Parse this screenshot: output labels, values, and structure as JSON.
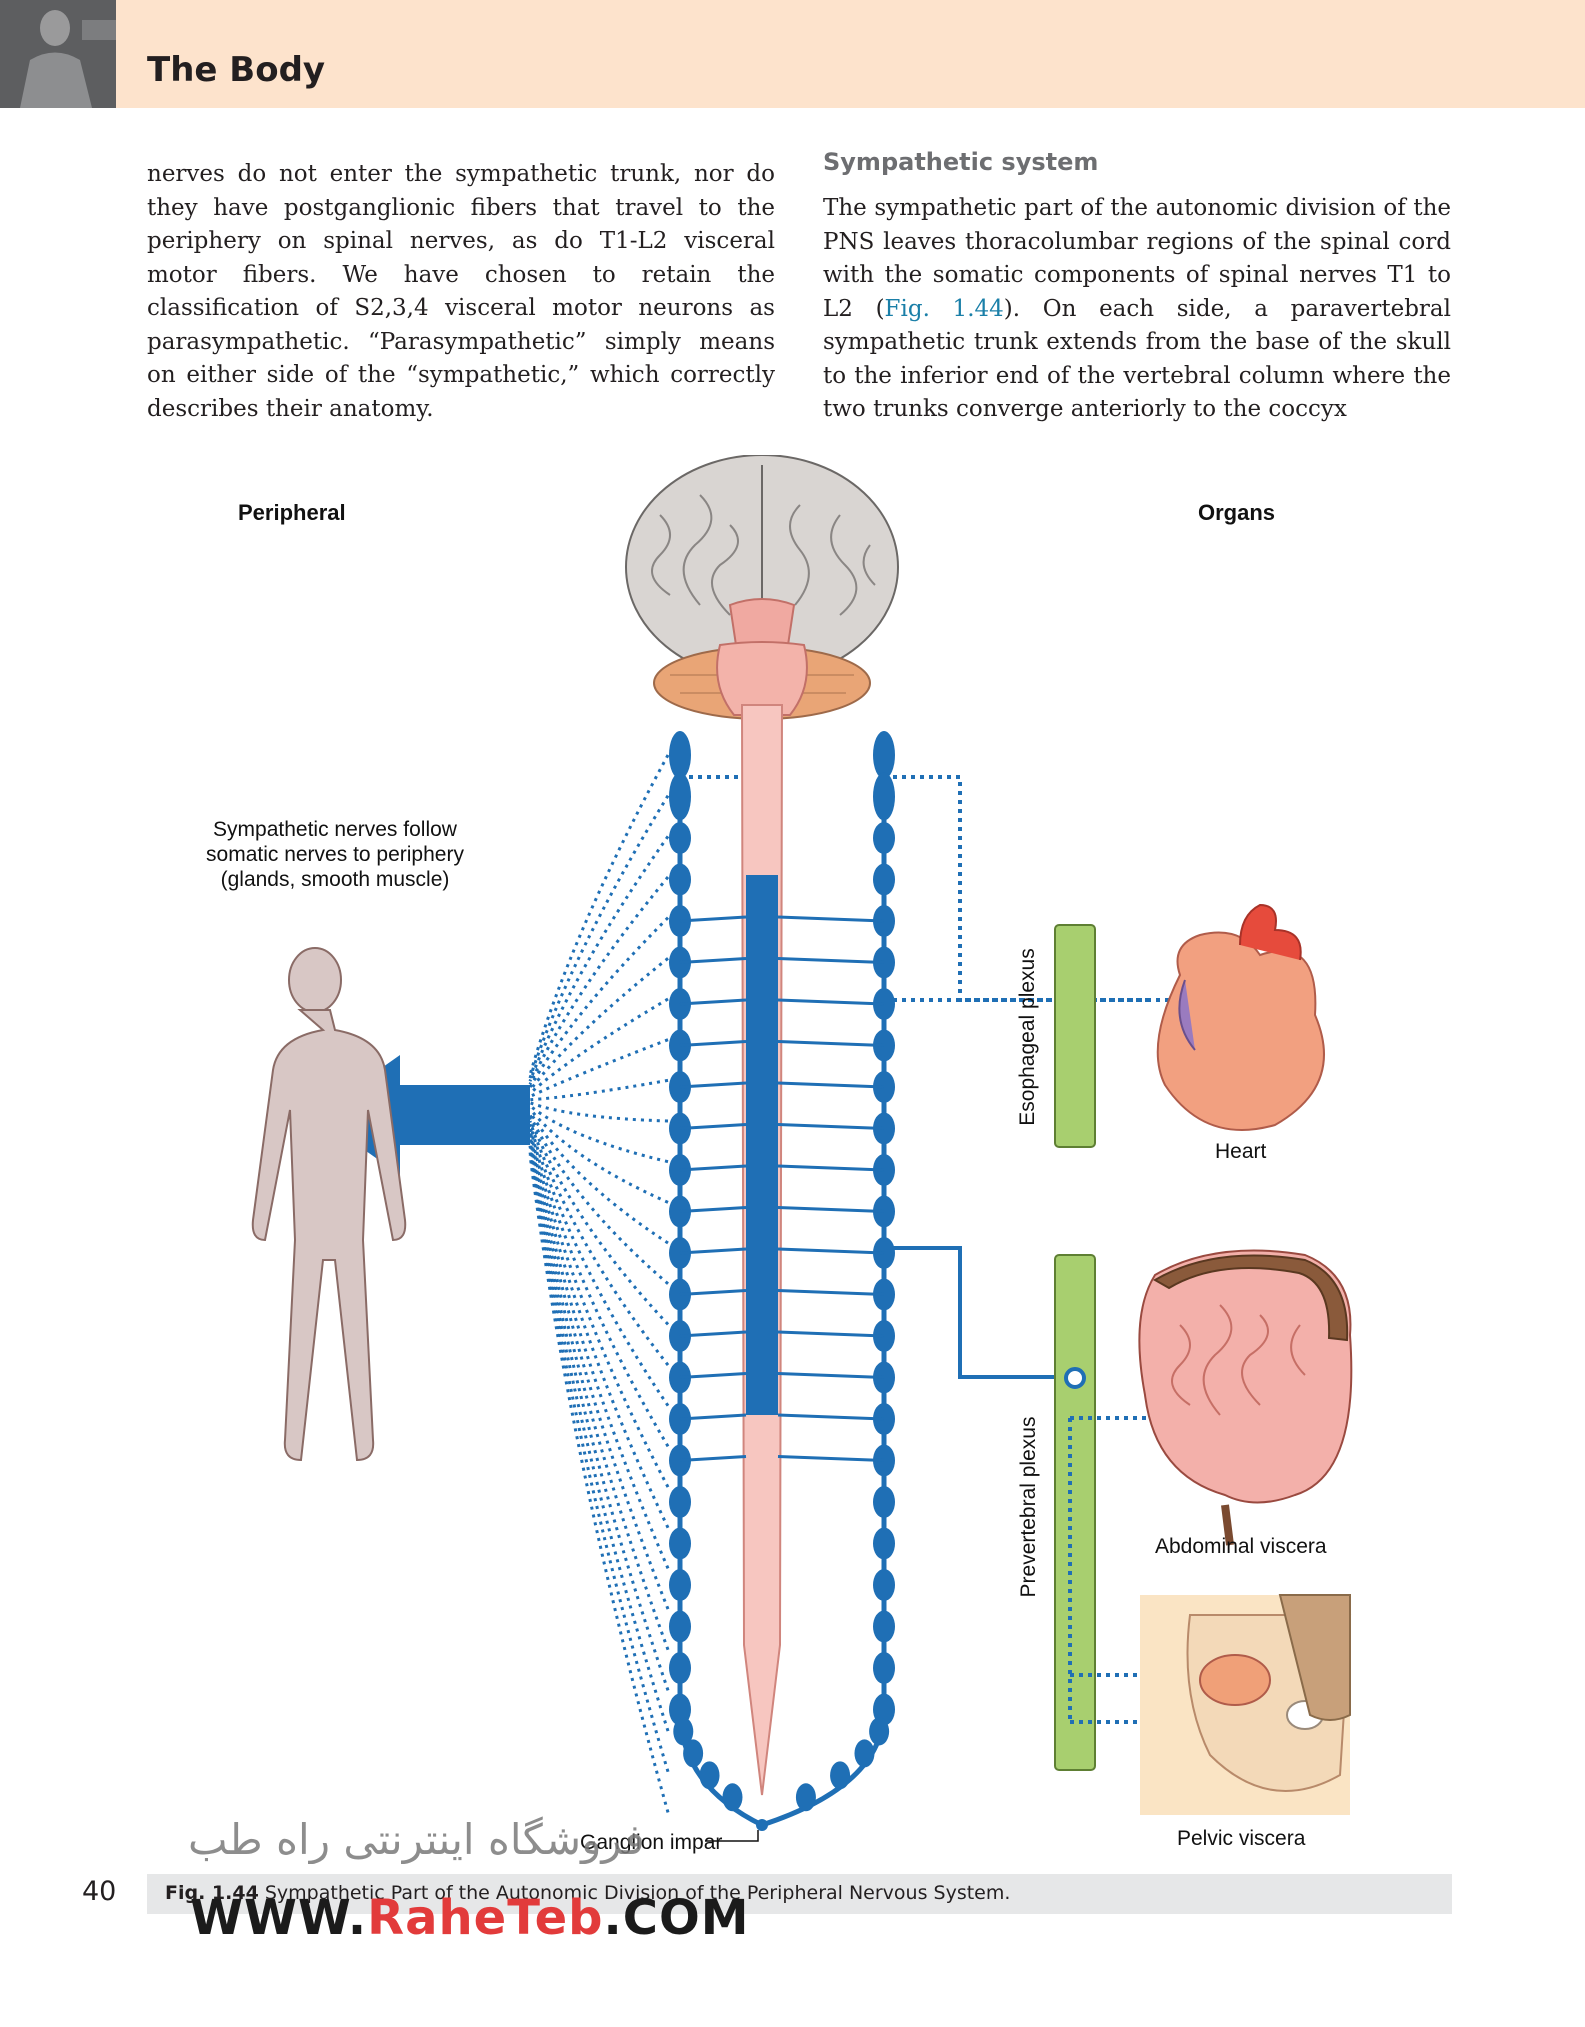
{
  "header": {
    "title": "The Body"
  },
  "left_column": {
    "text": "nerves do not enter the sympathetic trunk, nor do they have postganglionic fibers that travel to the periphery on spinal nerves, as do T1-L2 visceral motor fibers. We have chosen to retain the classification of S2,3,4 visceral motor neurons as parasympathetic. “Parasympathetic” simply means on either side of the “sympathetic,” which correctly describes their anatomy."
  },
  "right_column": {
    "heading": "Sympathetic system",
    "text_before_ref": "The sympathetic part of the autonomic division of the PNS leaves thoracolumbar regions of the spinal cord with the somatic components of spinal nerves T1 to L2 (",
    "ref": "Fig. 1.44",
    "text_after_ref": "). On each side, a paravertebral sympathetic trunk extends from the base of the skull to the inferior end of the vertebral column where the two trunks converge anteriorly to the coccyx"
  },
  "figure": {
    "label_peripheral": "Peripheral",
    "label_organs": "Organs",
    "label_sympathetic_nerves": "Sympathetic nerves follow somatic nerves to periphery (glands, smooth muscle)",
    "label_esophageal_plexus": "Esophageal plexus",
    "label_prevertebral_plexus": "Prevertebral plexus",
    "label_heart": "Heart",
    "label_abdominal_viscera": "Abdominal viscera",
    "label_pelvic_viscera": "Pelvic viscera",
    "label_ganglion_impar": "Ganglion impar",
    "colors": {
      "nerve_blue": "#1f6fb5",
      "plexus_green": "#a8cf6f",
      "cord_pink": "#f7c6c0",
      "body_grey": "#d8c7c5"
    }
  },
  "caption": {
    "fig_number": "Fig. 1.44",
    "text": "Sympathetic Part of the Autonomic Division of the Peripheral Nervous System."
  },
  "page_number": "40",
  "watermark": {
    "persian": "فروشگاه اینترنتی راه طب",
    "prefix": "WWW.",
    "brand": "RaheTeb",
    "suffix": ".COM"
  }
}
